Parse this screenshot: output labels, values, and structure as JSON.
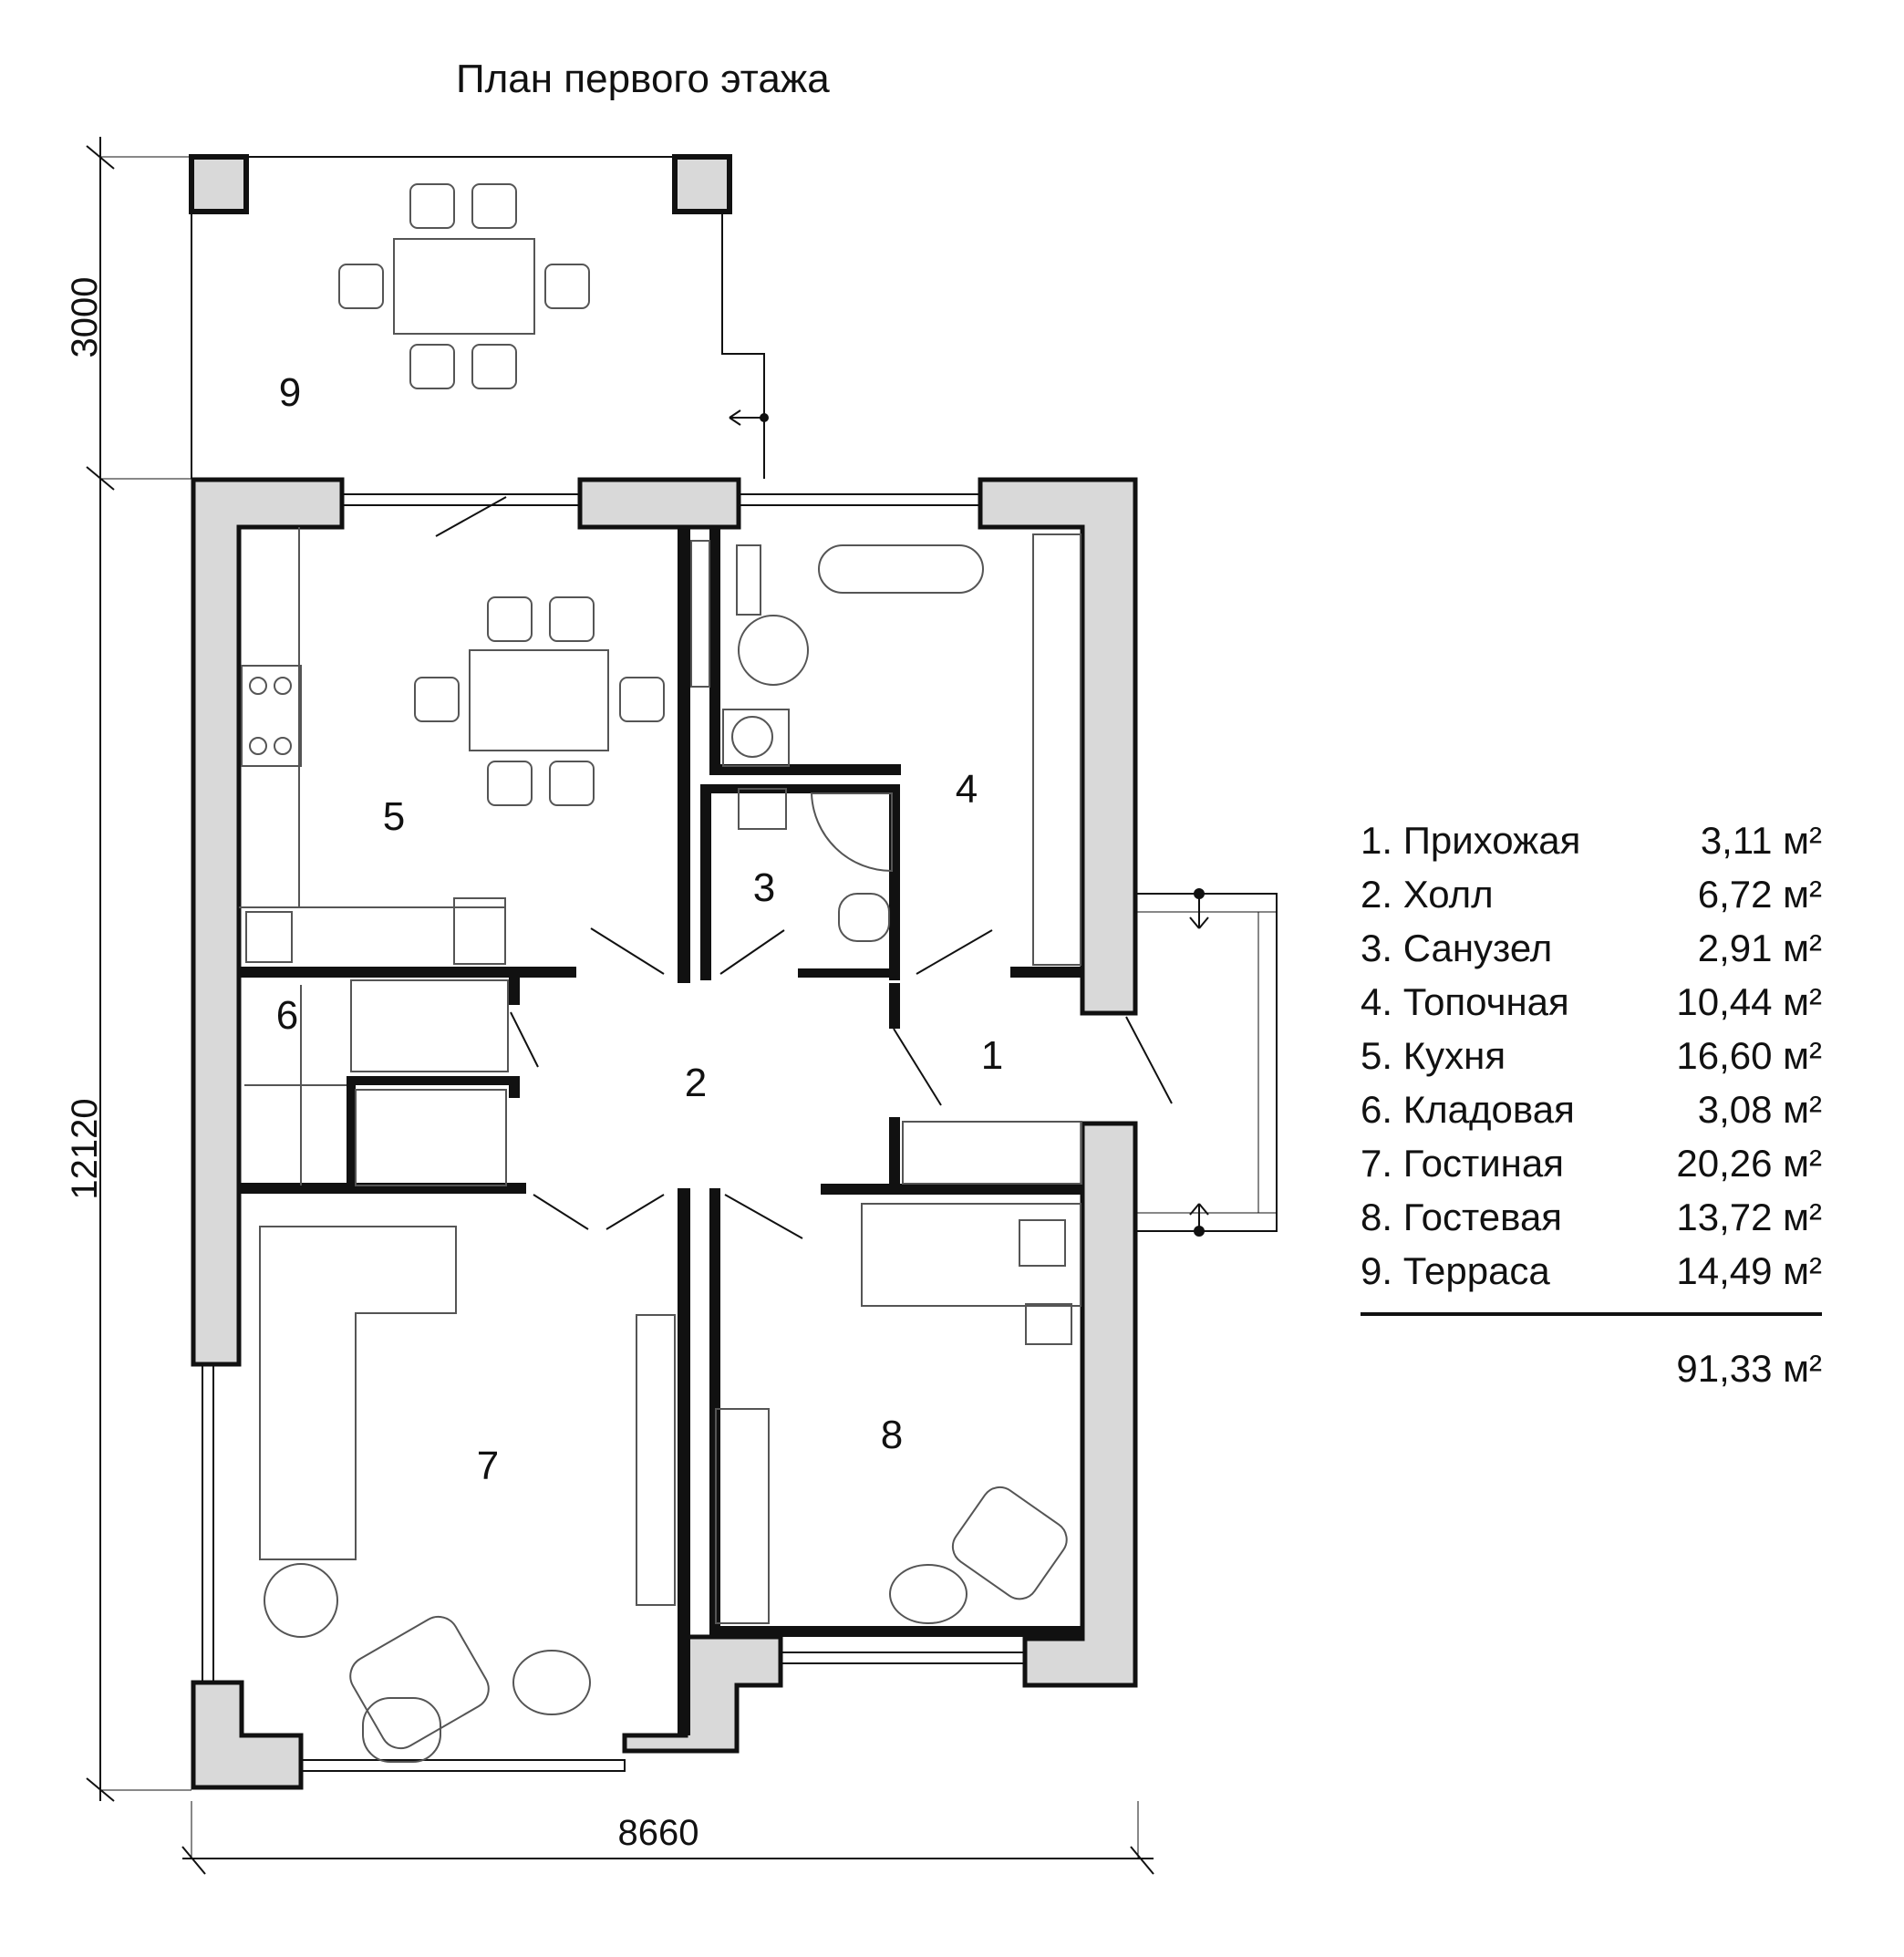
{
  "title": "План первого этажа",
  "dimensions": {
    "terrace_depth": "3000",
    "house_length": "12120",
    "house_width": "8660"
  },
  "rooms": [
    {
      "number": "1",
      "name": "Прихожая",
      "area": "3,11 м²"
    },
    {
      "number": "2",
      "name": "Холл",
      "area": "6,72 м²"
    },
    {
      "number": "3",
      "name": "Санузел",
      "area": "2,91 м²"
    },
    {
      "number": "4",
      "name": "Топочная",
      "area": "10,44 м²"
    },
    {
      "number": "5",
      "name": "Кухня",
      "area": "16,60 м²"
    },
    {
      "number": "6",
      "name": "Кладовая",
      "area": "3,08 м²"
    },
    {
      "number": "7",
      "name": "Гостиная",
      "area": "20,26 м²"
    },
    {
      "number": "8",
      "name": "Гостевая",
      "area": "13,72 м²"
    },
    {
      "number": "9",
      "name": "Терраса",
      "area": "14,49 м²"
    }
  ],
  "legend_labels": [
    "1. Прихожая",
    "2. Холл",
    "3. Санузел",
    "4. Топочная",
    "5. Кухня",
    "6. Кладовая",
    "7. Гостиная",
    "8. Гостевая",
    "9. Терраса"
  ],
  "total_area": "91,33 м²",
  "colors": {
    "wall_fill": "#d9d9d9",
    "line": "#111111",
    "furniture": "#555555"
  }
}
